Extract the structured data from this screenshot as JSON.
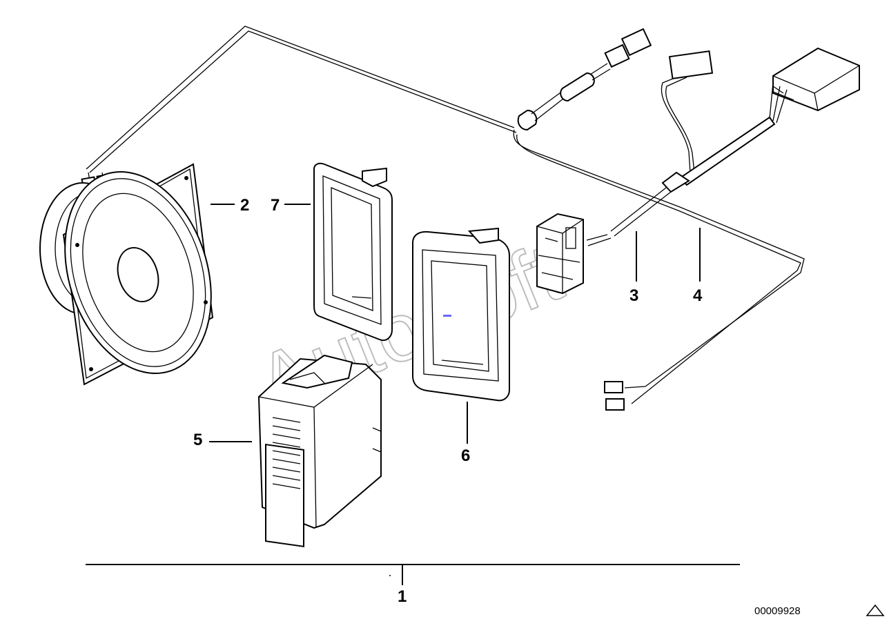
{
  "watermark": "AutoSoft",
  "reference_number": "00009928",
  "callouts": [
    {
      "id": "1",
      "label": "1"
    },
    {
      "id": "2",
      "label": "2"
    },
    {
      "id": "3",
      "label": "3"
    },
    {
      "id": "4",
      "label": "4"
    },
    {
      "id": "5",
      "label": "5"
    },
    {
      "id": "6",
      "label": "6"
    },
    {
      "id": "7",
      "label": "7"
    }
  ],
  "icons": {
    "corner": "triangle-icon"
  }
}
